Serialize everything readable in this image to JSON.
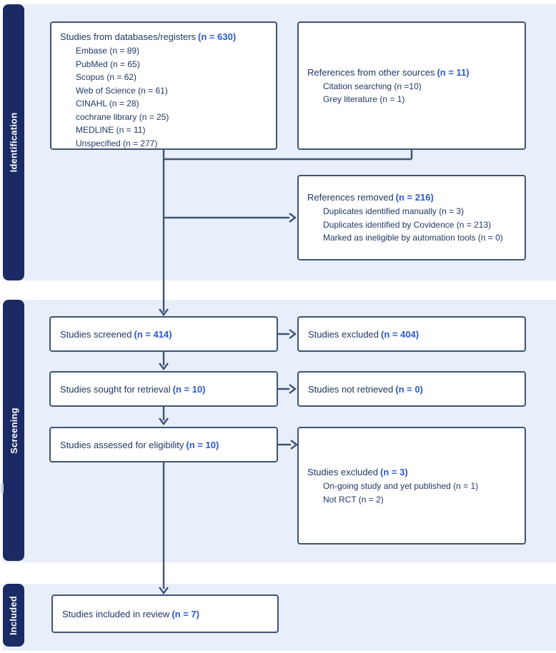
{
  "colors": {
    "band_background": "#e9effa",
    "sidebar_navy": "#1a2a64",
    "box_border": "#3e5474",
    "arrow": "#3e5474",
    "body_text": "#1f3864",
    "count_blue": "#2a57d4"
  },
  "sidebar": {
    "identification": "Identification",
    "screening": "Screening",
    "included": "Included"
  },
  "boxes": {
    "databases": {
      "title": "Studies from databases/registers",
      "n": "(n = 630)",
      "items": [
        "Embase (n = 89)",
        "PubMed (n = 65)",
        "Scopus (n = 62)",
        "Web of Science (n = 61)",
        "CINAHL (n = 28)",
        "cochrane library (n = 25)",
        "MEDLINE (n = 11)",
        "Unspecified (n = 277)"
      ]
    },
    "other_sources": {
      "title": "References from other sources",
      "n": "(n = 11)",
      "items": [
        "Citation searching (n =10)",
        "Grey literature (n = 1)"
      ]
    },
    "references_removed": {
      "title": "References removed",
      "n": "(n = 216)",
      "items": [
        "Duplicates identified manually (n = 3)",
        "Duplicates identified by Covidence (n = 213)",
        "Marked as ineligible by automation tools (n = 0)"
      ]
    },
    "screened": {
      "title": "Studies screened",
      "n": "(n = 414)"
    },
    "excluded_screening": {
      "title": "Studies excluded",
      "n": "(n = 404)"
    },
    "sought": {
      "title": "Studies sought for retrieval",
      "n": "(n = 10)"
    },
    "not_retrieved": {
      "title": "Studies not retrieved",
      "n": "(n = 0)"
    },
    "assessed": {
      "title": "Studies assessed for eligibility",
      "n": "(n = 10)"
    },
    "excluded_eligibility": {
      "title": "Studies excluded",
      "n": "(n = 3)",
      "items": [
        "On-going study and yet published (n = 1)",
        "Not RCT (n = 2)"
      ]
    },
    "included": {
      "title": "Studies included in review",
      "n": "(n = 7)"
    }
  }
}
